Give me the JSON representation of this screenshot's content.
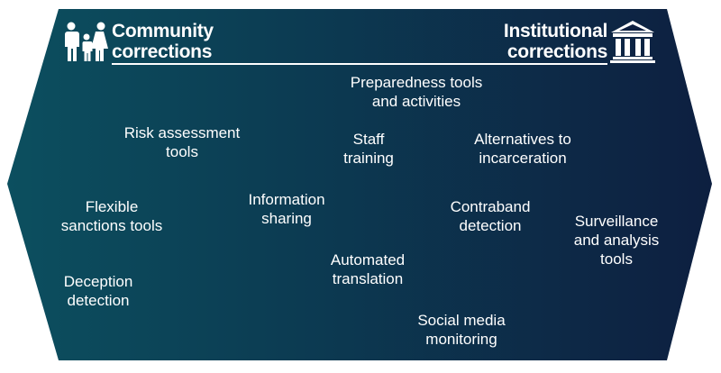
{
  "header": {
    "left_title": "Community\ncorrections",
    "right_title": "Institutional\ncorrections"
  },
  "icons": {
    "left": "family-icon",
    "right": "courthouse-icon"
  },
  "colors": {
    "gradient_left": "#0c4f5f",
    "gradient_right": "#0d1f40",
    "text": "#ffffff"
  },
  "tools": [
    {
      "id": "preparedness",
      "label": "Preparedness tools\nand activities"
    },
    {
      "id": "risk-assessment",
      "label": "Risk assessment\ntools"
    },
    {
      "id": "staff-training",
      "label": "Staff\ntraining"
    },
    {
      "id": "alternatives",
      "label": "Alternatives to\nincarceration"
    },
    {
      "id": "flexible-sanctions",
      "label": "Flexible\nsanctions tools"
    },
    {
      "id": "information-sharing",
      "label": "Information\nsharing"
    },
    {
      "id": "contraband",
      "label": "Contraband\ndetection"
    },
    {
      "id": "surveillance",
      "label": "Surveillance\nand analysis\ntools"
    },
    {
      "id": "automated-translation",
      "label": "Automated\ntranslation"
    },
    {
      "id": "deception",
      "label": "Deception\ndetection"
    },
    {
      "id": "social-media",
      "label": "Social media\nmonitoring"
    }
  ]
}
